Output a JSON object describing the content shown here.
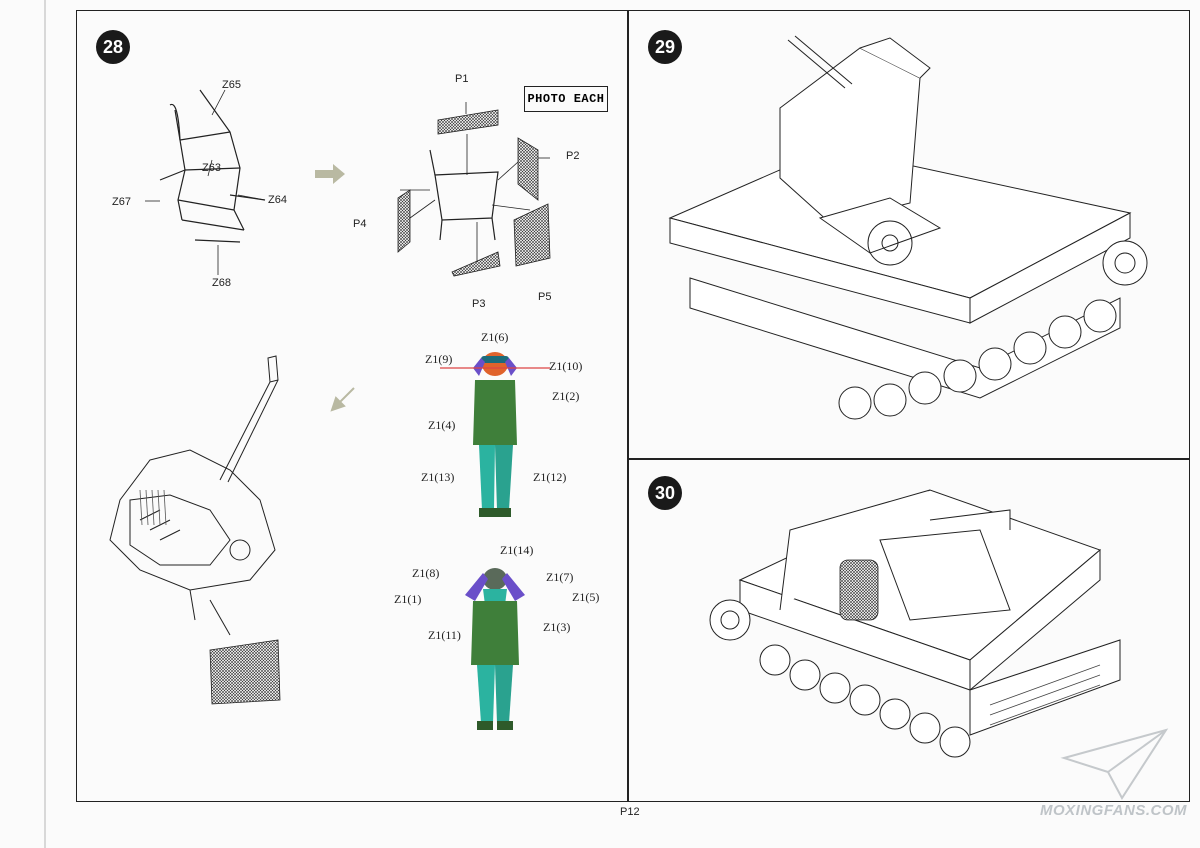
{
  "steps": {
    "s28": "28",
    "s29": "29",
    "s30": "30"
  },
  "step28": {
    "frame_labels": {
      "z65": "Z65",
      "z63": "Z63",
      "z67": "Z67",
      "z64": "Z64",
      "z68": "Z68"
    },
    "photo_labels": {
      "p1": "P1",
      "p2": "P2",
      "p4": "P4",
      "p3": "P3",
      "p5": "P5"
    },
    "photo_each": "PHOTO EACH",
    "figure1_labels": {
      "z1_6": "Z1(6)",
      "z1_9": "Z1(9)",
      "z1_10": "Z1(10)",
      "z1_2": "Z1(2)",
      "z1_4": "Z1(4)",
      "z1_13": "Z1(13)",
      "z1_12": "Z1(12)"
    },
    "figure2_labels": {
      "z1_14": "Z1(14)",
      "z1_8": "Z1(8)",
      "z1_7": "Z1(7)",
      "z1_1": "Z1(1)",
      "z1_5": "Z1(5)",
      "z1_3": "Z1(3)",
      "z1_11": "Z1(11)"
    }
  },
  "page_number": "P12",
  "watermark": "MOXINGFANS.COM",
  "colors": {
    "figure_green": "#3f7f3a",
    "figure_teal": "#2bb3a0",
    "figure_purple": "#6a4fc9",
    "line": "#222222"
  }
}
